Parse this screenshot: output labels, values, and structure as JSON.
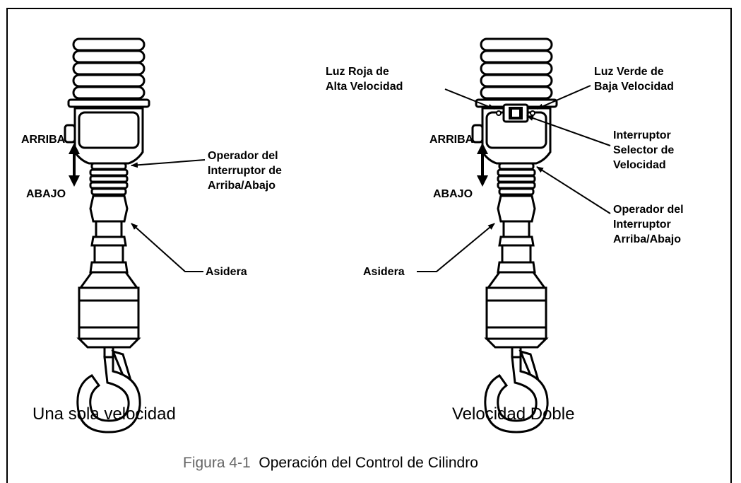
{
  "left": {
    "arriba": "ARRIBA",
    "abajo": "ABAJO",
    "operador": [
      "Operador del",
      "Interruptor de",
      "Arriba/Abajo"
    ],
    "asidera": "Asidera",
    "caption": "Una sola velocidad"
  },
  "right": {
    "luz_roja": [
      "Luz Roja de",
      "Alta Velocidad"
    ],
    "luz_verde": [
      "Luz Verde de",
      "Baja Velocidad"
    ],
    "selector": [
      "Interruptor",
      "Selector de",
      "Velocidad"
    ],
    "arriba": "ARRIBA",
    "abajo": "ABAJO",
    "operador": [
      "Operador del",
      "Interruptor",
      "Arriba/Abajo"
    ],
    "asidera": "Asidera",
    "caption": "Velocidad Doble"
  },
  "figure": {
    "number": "Figura 4-1",
    "title": "Operación del Control de Cilindro"
  },
  "colors": {
    "line": "#000000",
    "figure_number": "#666666"
  }
}
